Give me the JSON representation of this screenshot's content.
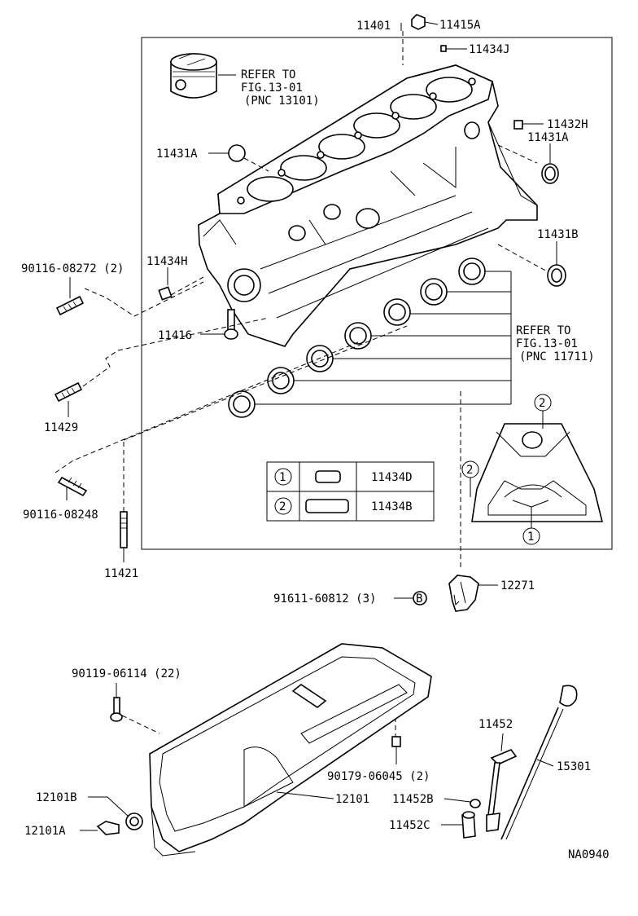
{
  "labels": {
    "p11401": "11401",
    "p11415A": "11415A",
    "p11434J": "11434J",
    "refer1_a": "REFER TO",
    "refer1_b": "FIG.13-01",
    "refer1_c": "(PNC 13101)",
    "p11432H": "11432H",
    "p11431A_r": "11431A",
    "p11431A_l": "11431A",
    "p11431B": "11431B",
    "p90116_08272": "90116-08272 (2)",
    "p11434H": "11434H",
    "p11416": "11416",
    "refer2_a": "REFER TO",
    "refer2_b": "FIG.13-01",
    "refer2_c": "(PNC 11711)",
    "p11429": "11429",
    "p90116_08248": "90116-08248",
    "p11421": "11421",
    "p91611": "91611-60812 (3)",
    "p12271": "12271",
    "p90119": "90119-06114 (22)",
    "p11452": "11452",
    "p15301": "15301",
    "p90179": "90179-06045 (2)",
    "p12101B": "12101B",
    "p12101": "12101",
    "p11452B": "11452B",
    "p12101A": "12101A",
    "p11452C": "11452C",
    "diagram_id": "NA0940",
    "marker_B": "B"
  },
  "legend": {
    "rows": [
      {
        "num": "1",
        "part": "11434D"
      },
      {
        "num": "2",
        "part": "11434B"
      }
    ]
  },
  "callouts": {
    "c2_top": "2",
    "c2_left": "2",
    "c1_bottom": "1"
  }
}
